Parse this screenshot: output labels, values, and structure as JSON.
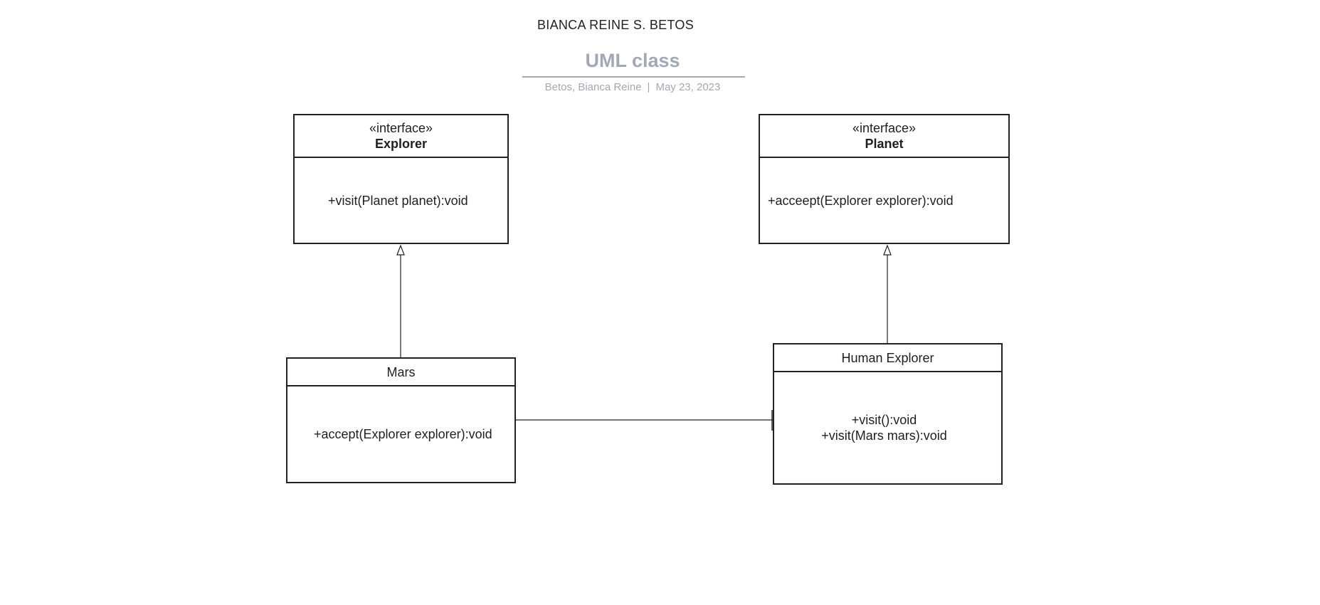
{
  "header": {
    "author": "BIANCA REINE S. BETOS",
    "title": "UML class",
    "meta_author": "Betos, Bianca Reine",
    "meta_separator": "|",
    "meta_date": "May 23, 2023"
  },
  "classes": {
    "explorer": {
      "stereotype": "«interface»",
      "name": "Explorer",
      "operations": [
        "+visit(Planet planet):void"
      ]
    },
    "planet": {
      "stereotype": "«interface»",
      "name": "Planet",
      "operations": [
        "+acceept(Explorer explorer):void"
      ]
    },
    "mars": {
      "name": "Mars",
      "operations": [
        "+accept(Explorer explorer):void"
      ]
    },
    "human_explorer": {
      "name": "Human Explorer",
      "operations": [
        "+visit():void",
        "+visit(Mars mars):void"
      ]
    }
  },
  "relationships": [
    {
      "type": "realization",
      "from": "Mars",
      "to": "Explorer"
    },
    {
      "type": "realization",
      "from": "Human Explorer",
      "to": "Planet"
    },
    {
      "type": "association",
      "from": "Mars",
      "to": "Human Explorer"
    }
  ],
  "colors": {
    "line": "#222222",
    "title": "#a3a8b4"
  }
}
